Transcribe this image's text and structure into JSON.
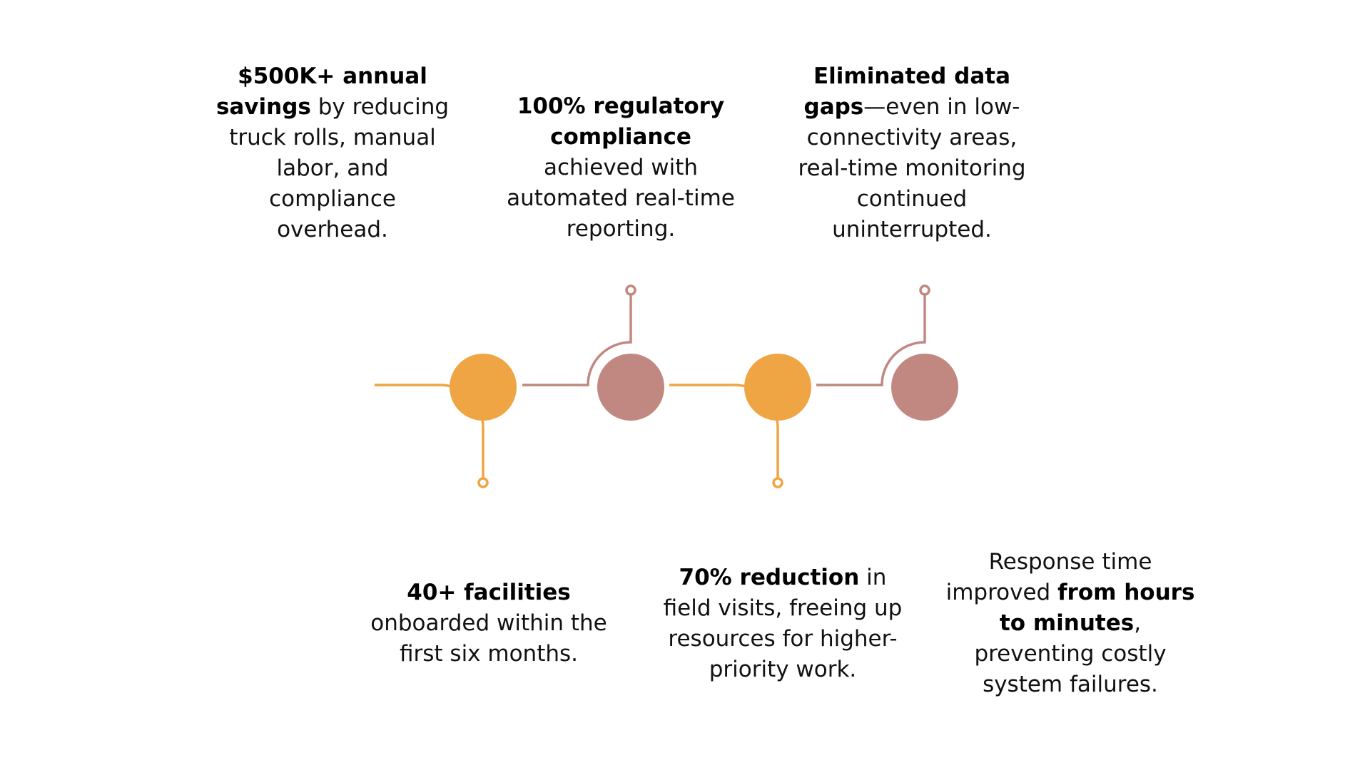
{
  "colors": {
    "orange": "#EFA543",
    "mauve": "#C08880",
    "text": "#111111"
  },
  "milestones": [
    {
      "position": "top",
      "bold": "$500K+ annual savings",
      "text": " by reducing truck rolls, manual labor, and compliance overhead."
    },
    {
      "position": "top",
      "bold": "100% regulatory compliance",
      "text": " achieved with automated real-time reporting."
    },
    {
      "position": "top",
      "bold": "Eliminated data gaps",
      "text": "—even in low-connectivity areas, real-time monitoring continued uninterrupted."
    },
    {
      "position": "bottom",
      "bold": "40+ facilities",
      "text": " onboarded within the first six months."
    },
    {
      "position": "bottom",
      "bold": "70% reduction",
      "text": " in field visits, freeing up resources for higher-priority work."
    },
    {
      "position": "bottom",
      "prefix": "Response time improved ",
      "bold": "from hours to minutes",
      "text": ", preventing costly system failures."
    }
  ]
}
